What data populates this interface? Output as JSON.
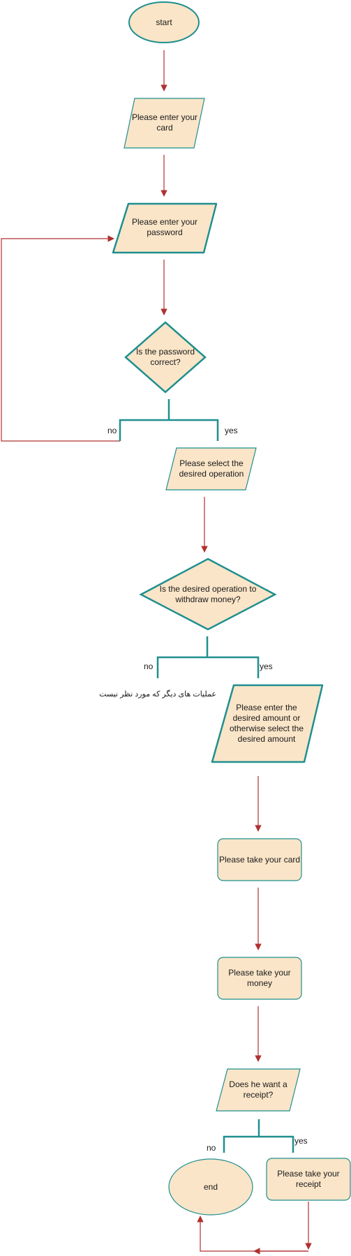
{
  "nodes": {
    "start": "start",
    "enter_card": "Please enter your card",
    "enter_password": "Please enter your password",
    "password_correct": "Is the password correct?",
    "select_operation": "Please select the desired operation",
    "withdraw_q": "Is the desired operation to withdraw money?",
    "other_ops": "عملیات های دیگر  که مورد نظر نیست",
    "enter_amount": "Please enter the desired amount or otherwise select the desired amount",
    "take_card": "Please take your card",
    "take_money": "Please take your money",
    "receipt_q": "Does he want a receipt?",
    "end": "end",
    "take_receipt": "Please take your receipt"
  },
  "edge_labels": {
    "pw_no": "no",
    "pw_yes": "yes",
    "wd_no": "no",
    "wd_yes": "yes",
    "rc_no": "no",
    "rc_yes": "yes"
  },
  "colors": {
    "fill": "#fae5c8",
    "stroke": "#1f8f8f",
    "arrow": "#b03030",
    "text": "#1a1a1a"
  }
}
